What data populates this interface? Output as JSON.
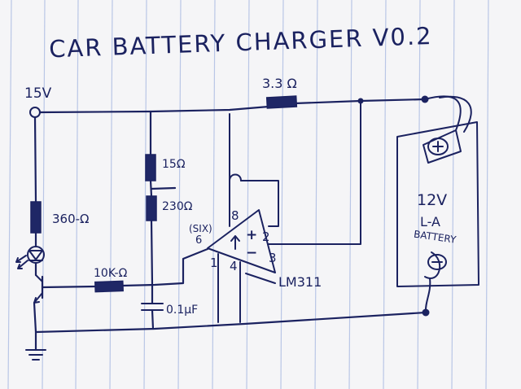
{
  "title": "CAR BATTERY CHARGER V0.2",
  "labels": {
    "supply": "15V",
    "r_led": "360-Ω",
    "r_base": "10K-Ω",
    "r_top": "15Ω",
    "r_bottom": "230Ω",
    "r_series": "3.3 Ω",
    "capacitor": "0.1μF",
    "pin6_note": "(SIX)",
    "pin6": "6",
    "pin8": "8",
    "pin2": "2",
    "pin3": "3",
    "pin4": "4",
    "pin1": "1",
    "plus": "+",
    "minus": "−",
    "ic": "LM311",
    "battery_voltage": "12V",
    "battery_type": "L-A",
    "battery_word": "BATTERY"
  }
}
